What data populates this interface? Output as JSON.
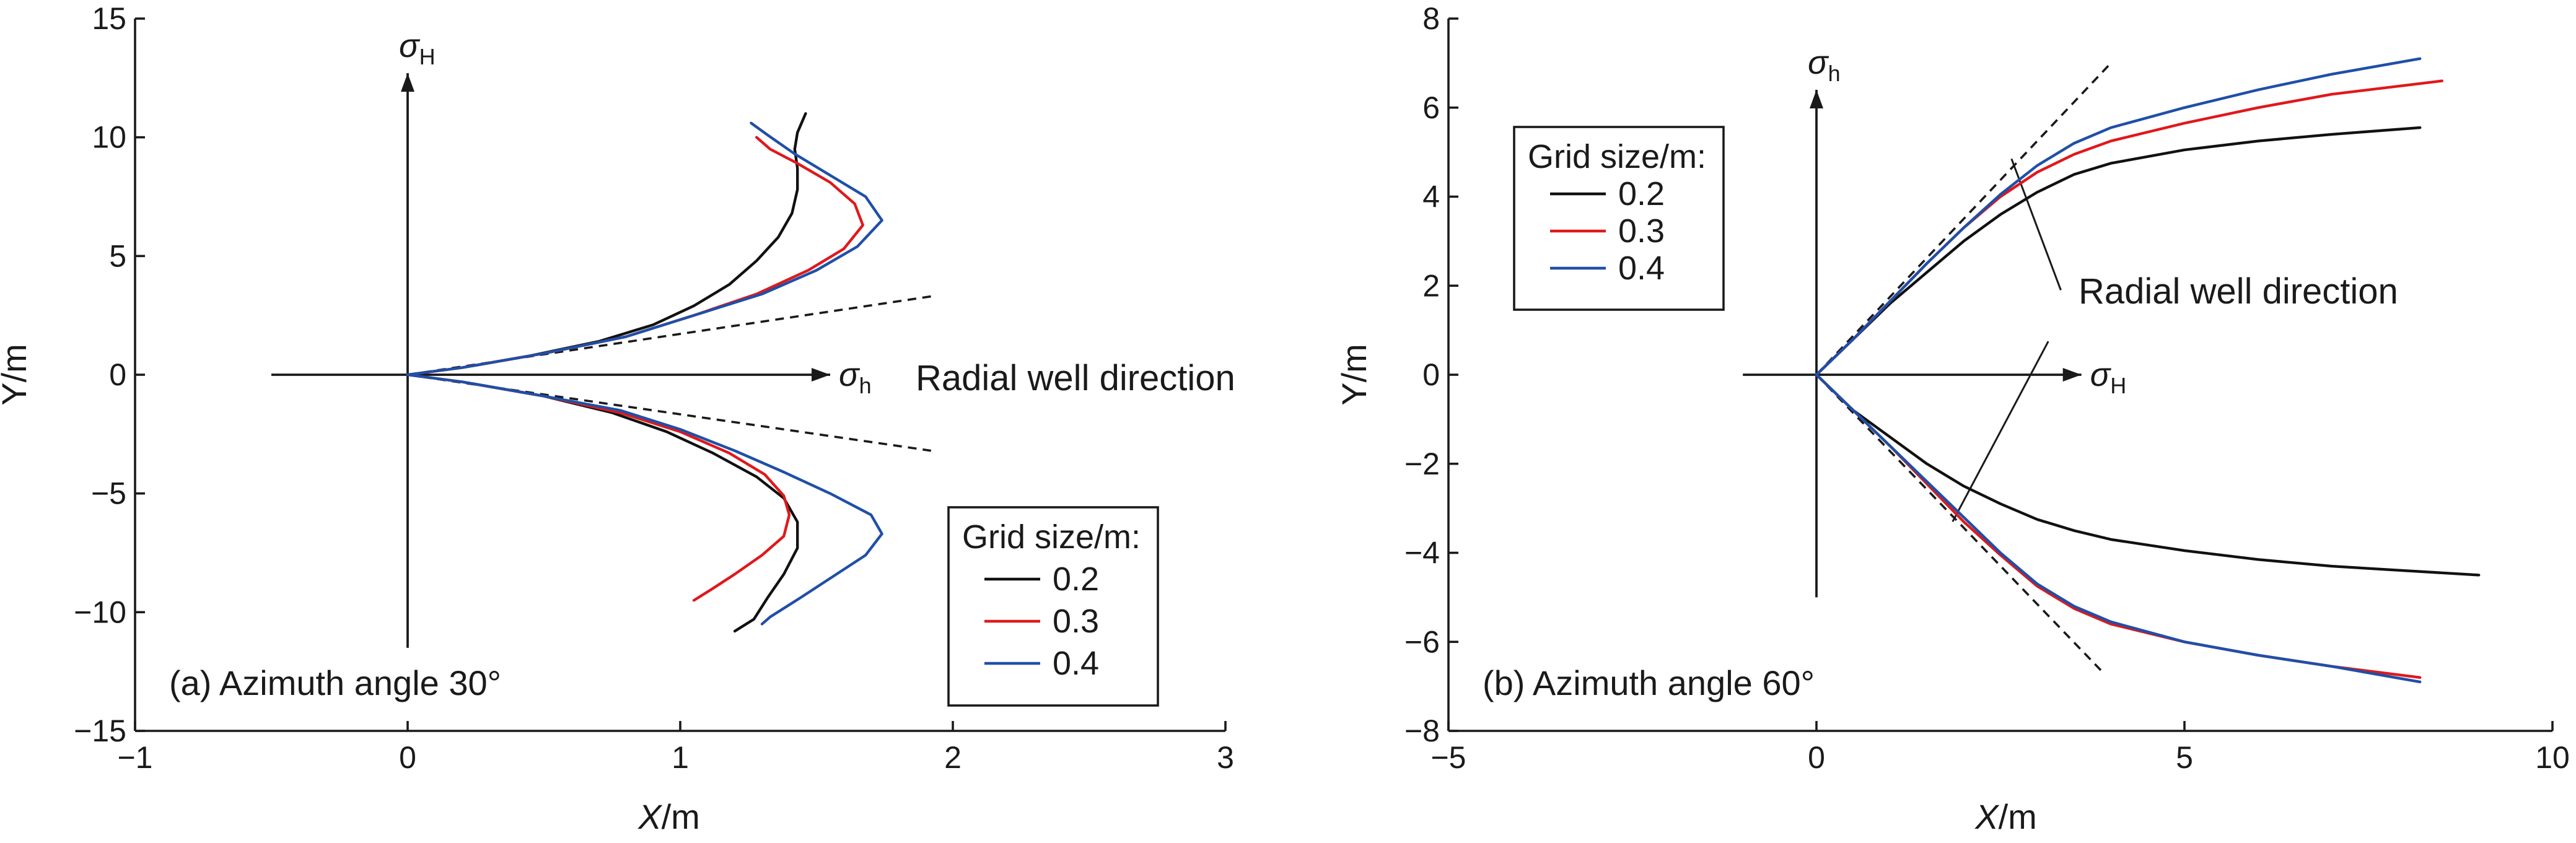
{
  "chart_data": [
    {
      "type": "line",
      "panel_label": "(a) Azimuth angle 30°",
      "xlabel_italic": "X",
      "xlabel_unit": "/m",
      "ylabel": "Y/m",
      "xlim": [
        -1,
        3
      ],
      "ylim": [
        -15,
        15
      ],
      "xticks": [
        -1,
        0,
        1,
        2,
        3
      ],
      "xtick_labels": [
        "−1",
        "0",
        "1",
        "2",
        "3"
      ],
      "yticks": [
        -15,
        -10,
        -5,
        0,
        5,
        10,
        15
      ],
      "ytick_labels": [
        "−15",
        "−10",
        "−5",
        "0",
        "5",
        "10",
        "15"
      ],
      "stress_axes": {
        "vertical": {
          "symbol": "σ",
          "subscript": "H",
          "from": [
            0,
            -11.5
          ],
          "to": [
            0,
            12.7
          ]
        },
        "horizontal": {
          "symbol": "σ",
          "subscript": "h",
          "from": [
            -0.5,
            0
          ],
          "to": [
            1.55,
            0
          ]
        }
      },
      "annotation": "Radial well direction",
      "guide_lines": [
        {
          "from": [
            0,
            0
          ],
          "to": [
            1.92,
            3.3
          ]
        },
        {
          "from": [
            0,
            0
          ],
          "to": [
            1.92,
            -3.2
          ]
        }
      ],
      "legend": {
        "title": "Grid size/m:",
        "position": "bottom-right"
      },
      "series": [
        {
          "name": "0.2",
          "color": "#111111",
          "upper": [
            [
              0,
              0
            ],
            [
              0.2,
              0.3
            ],
            [
              0.45,
              0.8
            ],
            [
              0.7,
              1.4
            ],
            [
              0.9,
              2.1
            ],
            [
              1.05,
              2.9
            ],
            [
              1.18,
              3.8
            ],
            [
              1.28,
              4.8
            ],
            [
              1.36,
              5.8
            ],
            [
              1.41,
              6.8
            ],
            [
              1.43,
              7.8
            ],
            [
              1.43,
              8.7
            ],
            [
              1.42,
              9.5
            ],
            [
              1.43,
              10.2
            ],
            [
              1.46,
              11.0
            ]
          ],
          "lower": [
            [
              0,
              0
            ],
            [
              0.2,
              -0.3
            ],
            [
              0.5,
              -0.9
            ],
            [
              0.75,
              -1.6
            ],
            [
              0.95,
              -2.4
            ],
            [
              1.12,
              -3.3
            ],
            [
              1.28,
              -4.3
            ],
            [
              1.38,
              -5.2
            ],
            [
              1.43,
              -6.2
            ],
            [
              1.43,
              -7.3
            ],
            [
              1.38,
              -8.4
            ],
            [
              1.32,
              -9.4
            ],
            [
              1.27,
              -10.3
            ],
            [
              1.2,
              -10.8
            ]
          ]
        },
        {
          "name": "0.3",
          "color": "#e0181b",
          "upper": [
            [
              0,
              0
            ],
            [
              0.2,
              0.3
            ],
            [
              0.5,
              0.9
            ],
            [
              0.8,
              1.6
            ],
            [
              1.05,
              2.5
            ],
            [
              1.28,
              3.4
            ],
            [
              1.47,
              4.4
            ],
            [
              1.6,
              5.3
            ],
            [
              1.67,
              6.3
            ],
            [
              1.64,
              7.2
            ],
            [
              1.55,
              8.1
            ],
            [
              1.43,
              8.9
            ],
            [
              1.33,
              9.5
            ],
            [
              1.28,
              10.0
            ]
          ],
          "lower": [
            [
              0,
              0
            ],
            [
              0.2,
              -0.3
            ],
            [
              0.5,
              -0.9
            ],
            [
              0.78,
              -1.6
            ],
            [
              1.0,
              -2.4
            ],
            [
              1.18,
              -3.3
            ],
            [
              1.31,
              -4.2
            ],
            [
              1.38,
              -5.1
            ],
            [
              1.4,
              -5.9
            ],
            [
              1.38,
              -6.8
            ],
            [
              1.3,
              -7.6
            ],
            [
              1.2,
              -8.4
            ],
            [
              1.12,
              -9.0
            ],
            [
              1.05,
              -9.5
            ]
          ]
        },
        {
          "name": "0.4",
          "color": "#1f4fa8",
          "upper": [
            [
              0,
              0
            ],
            [
              0.2,
              0.3
            ],
            [
              0.5,
              0.9
            ],
            [
              0.8,
              1.6
            ],
            [
              1.05,
              2.5
            ],
            [
              1.3,
              3.4
            ],
            [
              1.5,
              4.4
            ],
            [
              1.65,
              5.4
            ],
            [
              1.74,
              6.5
            ],
            [
              1.68,
              7.5
            ],
            [
              1.55,
              8.4
            ],
            [
              1.42,
              9.3
            ],
            [
              1.32,
              10.1
            ],
            [
              1.26,
              10.6
            ]
          ],
          "lower": [
            [
              0,
              0
            ],
            [
              0.2,
              -0.3
            ],
            [
              0.5,
              -0.9
            ],
            [
              0.78,
              -1.5
            ],
            [
              1.0,
              -2.3
            ],
            [
              1.2,
              -3.2
            ],
            [
              1.38,
              -4.1
            ],
            [
              1.55,
              -5.0
            ],
            [
              1.7,
              -5.9
            ],
            [
              1.74,
              -6.7
            ],
            [
              1.68,
              -7.6
            ],
            [
              1.56,
              -8.5
            ],
            [
              1.44,
              -9.4
            ],
            [
              1.33,
              -10.2
            ],
            [
              1.3,
              -10.5
            ]
          ]
        }
      ]
    },
    {
      "type": "line",
      "panel_label": "(b) Azimuth angle 60°",
      "xlabel_italic": "X",
      "xlabel_unit": "/m",
      "ylabel": "Y/m",
      "xlim": [
        -5,
        10
      ],
      "ylim": [
        -8,
        8
      ],
      "xticks": [
        -5,
        0,
        5,
        10
      ],
      "xtick_labels": [
        "−5",
        "0",
        "5",
        "10"
      ],
      "yticks": [
        -8,
        -6,
        -4,
        -2,
        0,
        2,
        4,
        6,
        8
      ],
      "ytick_labels": [
        "−8",
        "−6",
        "−4",
        "−2",
        "0",
        "2",
        "4",
        "6",
        "8"
      ],
      "stress_axes": {
        "vertical": {
          "symbol": "σ",
          "subscript": "h",
          "from": [
            0,
            -5.0
          ],
          "to": [
            0,
            6.4
          ]
        },
        "horizontal": {
          "symbol": "σ",
          "subscript": "H",
          "from": [
            -1.0,
            0
          ],
          "to": [
            3.6,
            0
          ]
        }
      },
      "annotation": "Radial well direction",
      "guide_lines": [
        {
          "from": [
            0,
            0
          ],
          "to": [
            4.0,
            7.0
          ]
        },
        {
          "from": [
            0,
            0
          ],
          "to": [
            3.9,
            -6.7
          ]
        }
      ],
      "leader_lines": [
        {
          "from": [
            3.32,
            1.9
          ],
          "to": [
            2.65,
            4.85
          ]
        },
        {
          "from": [
            3.15,
            0.75
          ],
          "to": [
            1.85,
            -3.3
          ]
        }
      ],
      "legend": {
        "title": "Grid size/m:",
        "position": "top-left"
      },
      "series": [
        {
          "name": "0.2",
          "color": "#111111",
          "upper": [
            [
              0,
              0
            ],
            [
              0.5,
              0.8
            ],
            [
              1,
              1.6
            ],
            [
              1.5,
              2.3
            ],
            [
              2,
              3.0
            ],
            [
              2.5,
              3.6
            ],
            [
              3,
              4.1
            ],
            [
              3.5,
              4.5
            ],
            [
              4,
              4.75
            ],
            [
              5,
              5.05
            ],
            [
              6,
              5.25
            ],
            [
              7,
              5.4
            ],
            [
              8.2,
              5.55
            ]
          ],
          "lower": [
            [
              0,
              0
            ],
            [
              0.5,
              -0.8
            ],
            [
              1,
              -1.4
            ],
            [
              1.5,
              -2.0
            ],
            [
              2,
              -2.5
            ],
            [
              2.5,
              -2.9
            ],
            [
              3,
              -3.25
            ],
            [
              3.5,
              -3.5
            ],
            [
              4,
              -3.7
            ],
            [
              5,
              -3.95
            ],
            [
              6,
              -4.15
            ],
            [
              7,
              -4.3
            ],
            [
              8,
              -4.4
            ],
            [
              9,
              -4.5
            ]
          ]
        },
        {
          "name": "0.3",
          "color": "#e0181b",
          "upper": [
            [
              0,
              0
            ],
            [
              0.5,
              0.8
            ],
            [
              1,
              1.65
            ],
            [
              1.5,
              2.5
            ],
            [
              2,
              3.3
            ],
            [
              2.5,
              4.0
            ],
            [
              3,
              4.55
            ],
            [
              3.5,
              4.95
            ],
            [
              4,
              5.25
            ],
            [
              5,
              5.65
            ],
            [
              6,
              6.0
            ],
            [
              7,
              6.3
            ],
            [
              8,
              6.5
            ],
            [
              8.5,
              6.6
            ]
          ],
          "lower": [
            [
              0,
              0
            ],
            [
              0.5,
              -0.8
            ],
            [
              1,
              -1.6
            ],
            [
              1.5,
              -2.45
            ],
            [
              2,
              -3.3
            ],
            [
              2.5,
              -4.05
            ],
            [
              3,
              -4.75
            ],
            [
              3.5,
              -5.25
            ],
            [
              4,
              -5.6
            ],
            [
              5,
              -6.0
            ],
            [
              6,
              -6.3
            ],
            [
              7,
              -6.55
            ],
            [
              8.2,
              -6.8
            ]
          ]
        },
        {
          "name": "0.4",
          "color": "#1f4fa8",
          "upper": [
            [
              0,
              0
            ],
            [
              0.5,
              0.8
            ],
            [
              1,
              1.65
            ],
            [
              1.5,
              2.5
            ],
            [
              2,
              3.3
            ],
            [
              2.5,
              4.05
            ],
            [
              3,
              4.7
            ],
            [
              3.5,
              5.2
            ],
            [
              4,
              5.55
            ],
            [
              5,
              6.0
            ],
            [
              6,
              6.4
            ],
            [
              7,
              6.75
            ],
            [
              8.2,
              7.1
            ]
          ],
          "lower": [
            [
              0,
              0
            ],
            [
              0.5,
              -0.8
            ],
            [
              1,
              -1.6
            ],
            [
              1.5,
              -2.4
            ],
            [
              2,
              -3.2
            ],
            [
              2.5,
              -4.0
            ],
            [
              3,
              -4.7
            ],
            [
              3.5,
              -5.2
            ],
            [
              4,
              -5.55
            ],
            [
              5,
              -6.0
            ],
            [
              6,
              -6.3
            ],
            [
              7,
              -6.55
            ],
            [
              8.2,
              -6.9
            ]
          ]
        }
      ]
    }
  ]
}
